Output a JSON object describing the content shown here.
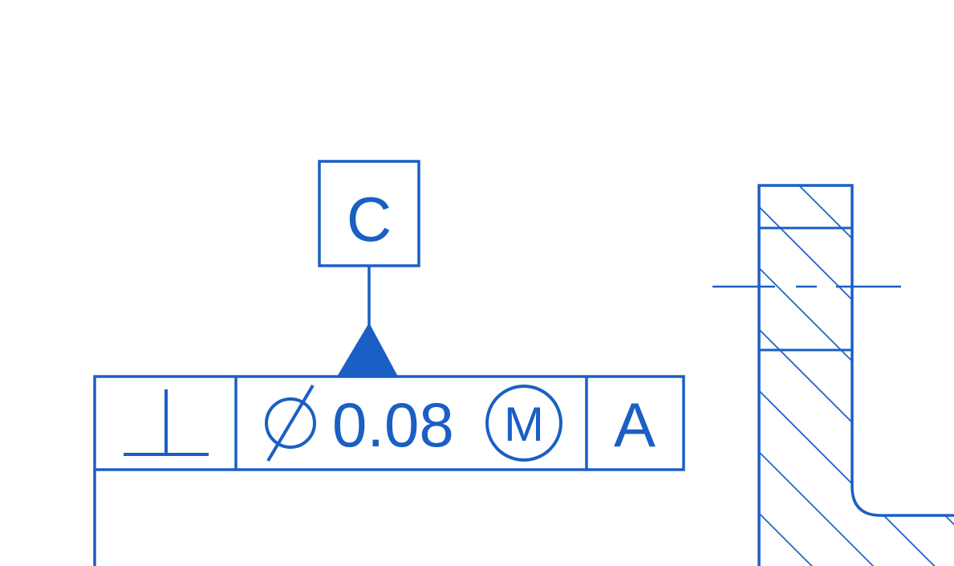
{
  "colors": {
    "ink": "#1a5fc4",
    "background": "#ffffff"
  },
  "datum_feature": {
    "label": "C"
  },
  "feature_control_frame": {
    "characteristic_icon": "perpendicularity-icon",
    "diameter_icon": "diameter-icon",
    "tolerance_value": "0.08",
    "material_modifier": "M",
    "datum_reference": "A"
  },
  "part_section": {
    "hatch_icon": "section-hatch-pattern",
    "centerline_icon": "centerline-dashed"
  }
}
